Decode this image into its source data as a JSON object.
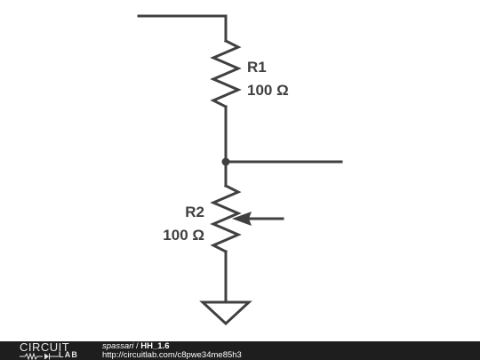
{
  "schematic": {
    "components": [
      {
        "id": "R1",
        "designator": "R1",
        "value": "100 Ω",
        "kind": "resistor"
      },
      {
        "id": "R2",
        "designator": "R2",
        "value": "100 Ω",
        "kind": "potentiometer"
      }
    ],
    "ground": {
      "icon": "ground-icon"
    }
  },
  "footer": {
    "logo_top": "CIRCUIT",
    "logo_bottom": "LAB",
    "author": "spassari",
    "separator": " / ",
    "title": "HH_1.6",
    "url": "http://circuitlab.com/c8pwe34me85h3"
  },
  "colors": {
    "wire": "#404040",
    "footer_bg": "#1e1e1e"
  }
}
